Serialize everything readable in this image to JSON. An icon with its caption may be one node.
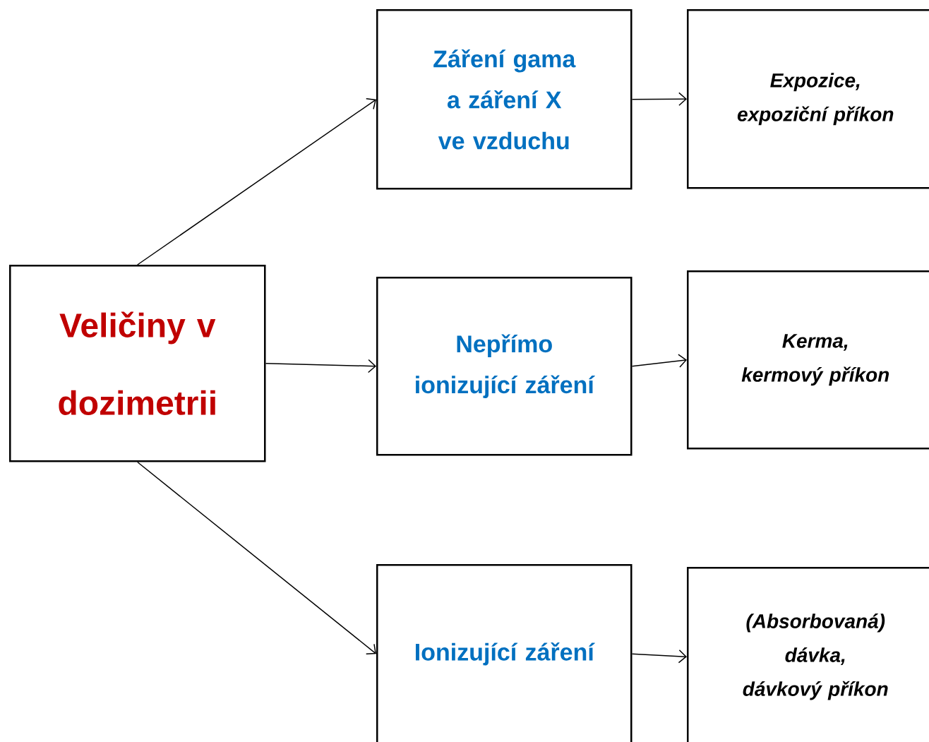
{
  "diagram": {
    "nodes": [
      {
        "text": [
          "Veličiny v dozimetrii"
        ]
      },
      {
        "text": [
          "Záření gama a záření X ve vzduchu"
        ]
      },
      {
        "text": [
          "Nepřímo ionizující záření"
        ]
      },
      {
        "text": [
          "Ionizující záření"
        ]
      },
      {
        "text": [
          "Expozice, expoziční příkon"
        ]
      },
      {
        "text": [
          "Kerma, kermový příkon"
        ]
      },
      {
        "text": [
          "(Absorbovaná) dávka, dávkový příkon"
        ]
      }
    ],
    "edges": [
      {
        "from": 0,
        "to": 1,
        "arrow": "to"
      },
      {
        "from": 0,
        "to": 2,
        "arrow": "to"
      },
      {
        "from": 0,
        "to": 3,
        "arrow": "to"
      },
      {
        "from": 1,
        "to": 4,
        "arrow": "to"
      },
      {
        "from": 2,
        "to": 5,
        "arrow": "to"
      },
      {
        "from": 3,
        "to": 6,
        "arrow": "to"
      }
    ]
  }
}
